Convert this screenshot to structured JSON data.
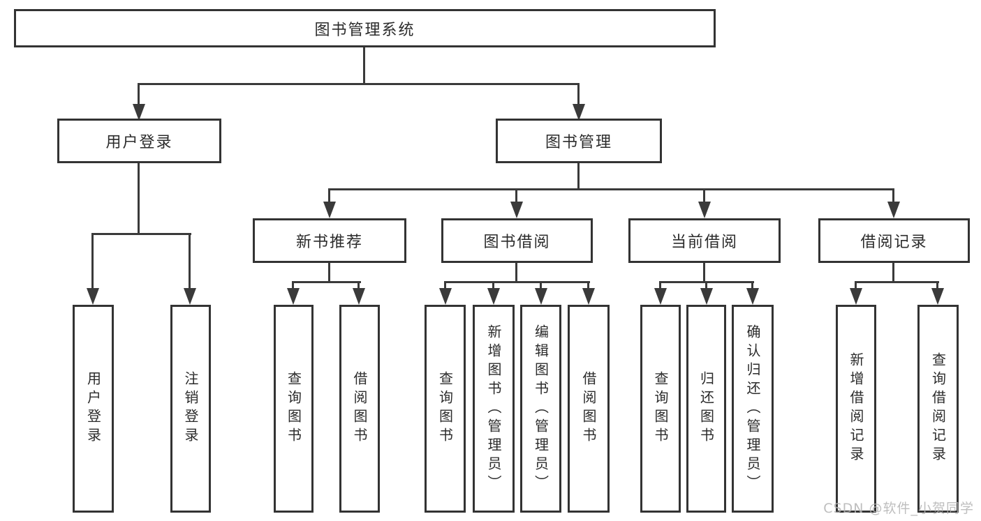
{
  "watermark": "CSDN @软件_小贺同学",
  "colors": {
    "line": "#3a3a3a",
    "border": "#333333",
    "text": "#2b2b2b",
    "watermark": "#b3b3b3",
    "background": "#ffffff"
  },
  "tree": {
    "root": {
      "label": "图书管理系统"
    },
    "branches": [
      {
        "label": "用户登录",
        "children": [
          {
            "label": "用户登录"
          },
          {
            "label": "注销登录"
          }
        ]
      },
      {
        "label": "图书管理",
        "groups": [
          {
            "label": "新书推荐",
            "children": [
              {
                "label": "查询图书"
              },
              {
                "label": "借阅图书"
              }
            ]
          },
          {
            "label": "图书借阅",
            "children": [
              {
                "label": "查询图书"
              },
              {
                "label": "新增图书（管理员）"
              },
              {
                "label": "编辑图书（管理员）"
              },
              {
                "label": "借阅图书"
              }
            ]
          },
          {
            "label": "当前借阅",
            "children": [
              {
                "label": "查询图书"
              },
              {
                "label": "归还图书"
              },
              {
                "label": "确认归还（管理员）"
              }
            ]
          },
          {
            "label": "借阅记录",
            "children": [
              {
                "label": "新增借阅记录"
              },
              {
                "label": "查询借阅记录"
              }
            ]
          }
        ]
      }
    ]
  }
}
